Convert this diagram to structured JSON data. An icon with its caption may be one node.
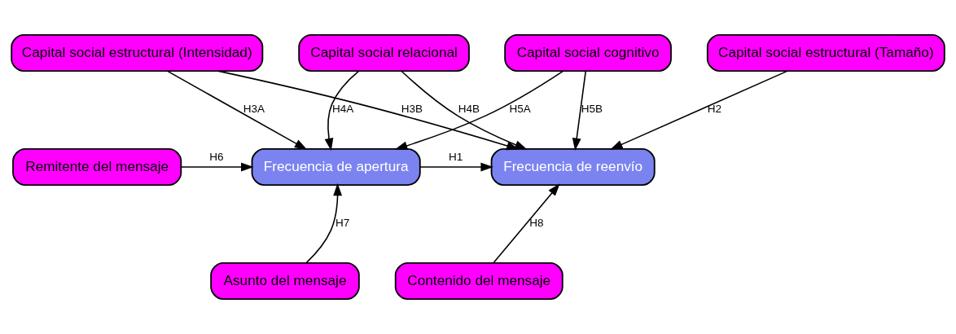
{
  "diagram": {
    "nodes": [
      {
        "text": [
          "Capital social estructural (Intensidad)"
        ]
      },
      {
        "text": [
          "Capital social relacional"
        ]
      },
      {
        "text": [
          "Capital social cognitivo"
        ]
      },
      {
        "text": [
          "Capital social estructural (Tamaño)"
        ]
      },
      {
        "text": [
          "Remitente del mensaje"
        ]
      },
      {
        "text": [
          "Frecuencia de apertura"
        ]
      },
      {
        "text": [
          "Frecuencia de reenvío"
        ]
      },
      {
        "text": [
          "Asunto del mensaje"
        ]
      },
      {
        "text": [
          "Contenido del mensaje"
        ]
      }
    ],
    "edges": [
      {
        "from": 0,
        "to": 5,
        "arrow": "to",
        "label": "H3A"
      },
      {
        "from": 0,
        "to": 6,
        "arrow": "to",
        "label": "H3B"
      },
      {
        "from": 1,
        "to": 5,
        "arrow": "to",
        "label": "H4A"
      },
      {
        "from": 1,
        "to": 6,
        "arrow": "to",
        "label": "H4B"
      },
      {
        "from": 2,
        "to": 5,
        "arrow": "to",
        "label": "H5A"
      },
      {
        "from": 2,
        "to": 6,
        "arrow": "to",
        "label": "H5B"
      },
      {
        "from": 3,
        "to": 6,
        "arrow": "to",
        "label": "H2"
      },
      {
        "from": 4,
        "to": 5,
        "arrow": "to",
        "label": "H6"
      },
      {
        "from": 5,
        "to": 6,
        "arrow": "to",
        "label": "H1"
      },
      {
        "from": 7,
        "to": 5,
        "arrow": "to",
        "label": "H7"
      },
      {
        "from": 8,
        "to": 6,
        "arrow": "to",
        "label": "H8"
      }
    ]
  }
}
